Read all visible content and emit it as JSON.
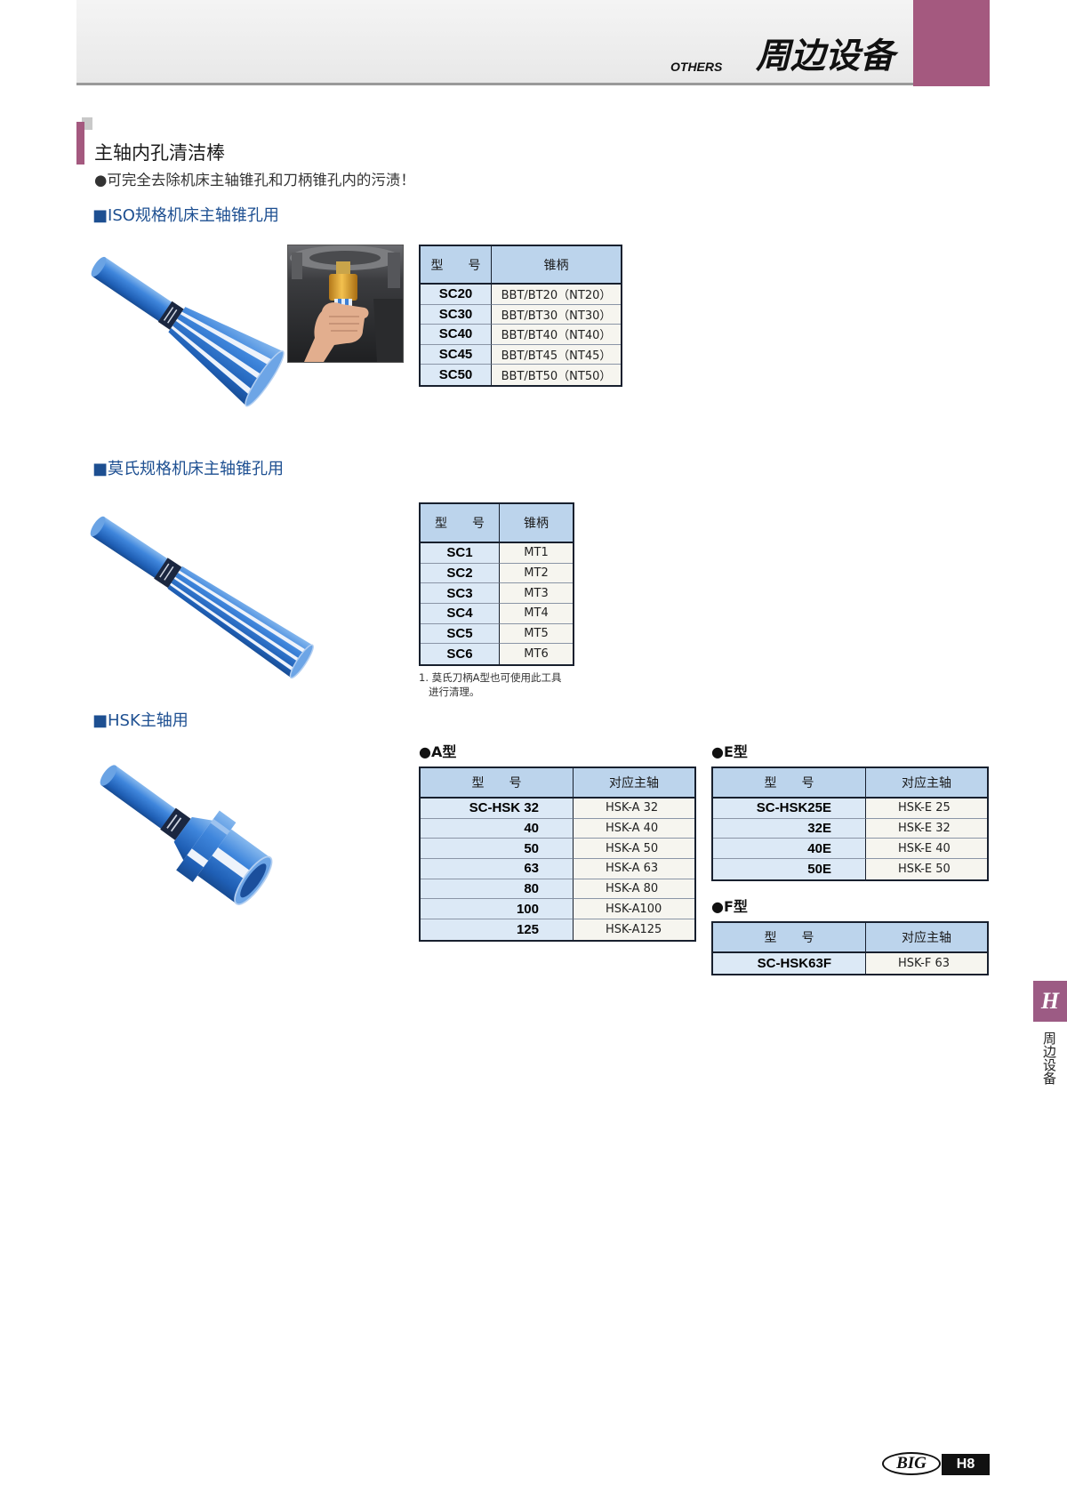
{
  "header": {
    "others": "OTHERS",
    "title": "周边设备"
  },
  "section": {
    "title": "主轴内孔清洁棒",
    "bullet": "●可完全去除机床主轴锥孔和刀柄锥孔内的污渍！"
  },
  "iso": {
    "heading": "■ISO规格机床主轴锥孔用",
    "table": {
      "headers": [
        "型　　号",
        "锥柄"
      ],
      "rows": [
        [
          "SC20",
          "BBT/BT20（NT20）"
        ],
        [
          "SC30",
          "BBT/BT30（NT30）"
        ],
        [
          "SC40",
          "BBT/BT40（NT40）"
        ],
        [
          "SC45",
          "BBT/BT45（NT45）"
        ],
        [
          "SC50",
          "BBT/BT50（NT50）"
        ]
      ]
    }
  },
  "morse": {
    "heading": "■莫氏规格机床主轴锥孔用",
    "table": {
      "headers": [
        "型　　号",
        "锥柄"
      ],
      "rows": [
        [
          "SC1",
          "MT1"
        ],
        [
          "SC2",
          "MT2"
        ],
        [
          "SC3",
          "MT3"
        ],
        [
          "SC4",
          "MT4"
        ],
        [
          "SC5",
          "MT5"
        ],
        [
          "SC6",
          "MT6"
        ]
      ]
    },
    "note": [
      "1. 莫氏刀柄A型也可使用此工具",
      "进行清理。"
    ]
  },
  "hsk": {
    "heading": "■HSK主轴用",
    "a": {
      "label": "●A型",
      "table": {
        "headers": [
          "型　　号",
          "对应主轴"
        ],
        "rows": [
          [
            "SC-HSK 32",
            "HSK-A 32"
          ],
          [
            "40",
            "HSK-A 40"
          ],
          [
            "50",
            "HSK-A 50"
          ],
          [
            "63",
            "HSK-A 63"
          ],
          [
            "80",
            "HSK-A 80"
          ],
          [
            "100",
            "HSK-A100"
          ],
          [
            "125",
            "HSK-A125"
          ]
        ]
      }
    },
    "e": {
      "label": "●E型",
      "table": {
        "headers": [
          "型　　号",
          "对应主轴"
        ],
        "rows": [
          [
            "SC-HSK25E",
            "HSK-E 25"
          ],
          [
            "32E",
            "HSK-E 32"
          ],
          [
            "40E",
            "HSK-E 40"
          ],
          [
            "50E",
            "HSK-E 50"
          ]
        ]
      }
    },
    "f": {
      "label": "●F型",
      "table": {
        "headers": [
          "型　　号",
          "对应主轴"
        ],
        "rows": [
          [
            "SC-HSK63F",
            "HSK-F 63"
          ]
        ]
      }
    }
  },
  "side_tab": {
    "letter": "H",
    "label": "周边设备"
  },
  "footer": {
    "logo": "BIG",
    "page": "H8"
  },
  "colors": {
    "accent": "#a4597f",
    "heading_blue": "#1d4f91",
    "table_header": "#bcd4ec",
    "model_cell": "#dce9f6",
    "product_blue": "#2f6fc4"
  }
}
